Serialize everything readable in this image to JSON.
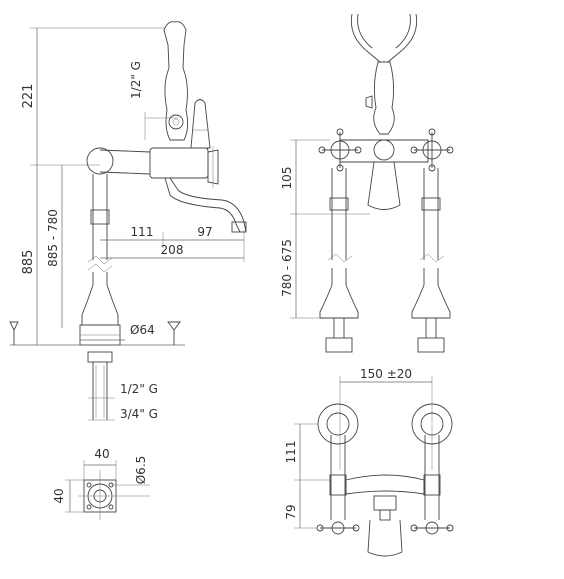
{
  "dimensions": {
    "side_top": "221",
    "side_inlet": "1/2\" G",
    "side_height_range": "885 - 780",
    "side_total": "885",
    "spout_a": "111",
    "spout_b": "97",
    "spout_total": "208",
    "base_diameter": "Ø64",
    "thread_small": "1/2\" G",
    "thread_large": "3/4\" G",
    "front_upper": "105",
    "front_leg_range": "780 - 675",
    "top_center": "150 ±20",
    "top_depth_a": "111",
    "top_depth_b": "79",
    "flange_width": "40",
    "flange_height": "40",
    "hole_diameter": "Ø6.5"
  }
}
